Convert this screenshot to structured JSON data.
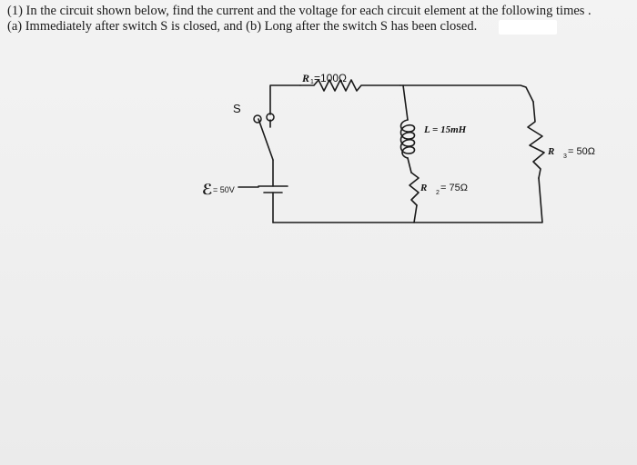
{
  "question": {
    "line1": "(1) In the circuit shown below, find the current and the voltage for each circuit element at the following times .",
    "line2": "(a) Immediately after switch S is closed, and (b) Long after the switch S has been closed."
  },
  "circuit": {
    "switch_label": "S",
    "emf_symbol": "ℰ",
    "emf_value": "= 50V",
    "r1_label": "R",
    "r1_sub": "1",
    "r1_value": "=100Ω",
    "inductor_label": "L = 15mH",
    "r2_label": "R",
    "r2_sub": "2",
    "r2_value": "= 75Ω",
    "r3_label": "R",
    "r3_sub": "3",
    "r3_value": "= 50Ω"
  }
}
